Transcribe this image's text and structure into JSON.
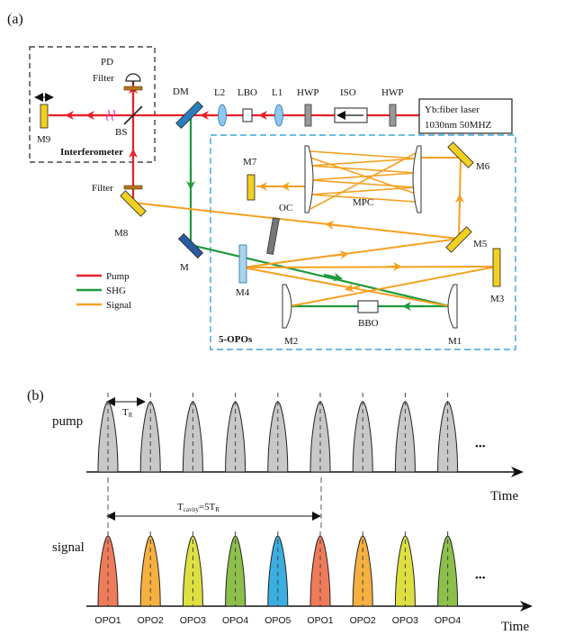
{
  "panel_a": {
    "label": "(a)",
    "components": {
      "pd": "PD",
      "filter_top": "Filter",
      "filter_bottom": "Filter",
      "dm": "DM",
      "l2": "L2",
      "lbo": "LBO",
      "l1": "L1",
      "hwp_left": "HWP",
      "iso": "ISO",
      "hwp_right": "HWP",
      "laser_line1": "Yb:fiber laser",
      "laser_line2": "1030nm 50MHZ",
      "m9": "M9",
      "bs": "BS",
      "interferometer": "Interferometer",
      "m7": "M7",
      "mpc": "MPC",
      "m6": "M6",
      "oc": "OC",
      "m8": "M8",
      "m": "M",
      "m5": "M5",
      "m4": "M4",
      "m3": "M3",
      "m2": "M2",
      "bbo": "BBO",
      "m1": "M1",
      "opos_box": "5-OPOs"
    },
    "legend": [
      {
        "label": "Pump",
        "color": "#e8202a"
      },
      {
        "label": "SHG",
        "color": "#1e9a3c"
      },
      {
        "label": "Signal",
        "color": "#f5a020"
      }
    ],
    "colors": {
      "pump": "#e8202a",
      "shg": "#1e9a3c",
      "signal": "#f5a020",
      "mirror_yellow": "#f0d020",
      "dichroic_blue": "#2a7fc0",
      "box_dashed_blue": "#3ba6d8"
    }
  },
  "panel_b": {
    "label": "(b)",
    "pump_label": "pump",
    "signal_label": "signal",
    "tr_label": "T",
    "tr_sub": "R",
    "tcav_label": "T",
    "tcav_sub": "cavity",
    "tcav_eq": "=5T",
    "tcav_eq_sub": "R",
    "time_label": "Time",
    "ellipsis": "•••",
    "pump_pulse_count": 9,
    "signal_pulses": [
      {
        "label": "OPO1",
        "color": "#ef7b5a"
      },
      {
        "label": "OPO2",
        "color": "#f5b040"
      },
      {
        "label": "OPO3",
        "color": "#dde040"
      },
      {
        "label": "OPO4",
        "color": "#8cc04a"
      },
      {
        "label": "OPO5",
        "color": "#3aaee0"
      },
      {
        "label": "OPO1",
        "color": "#ef7b5a"
      },
      {
        "label": "OPO2",
        "color": "#f5b040"
      },
      {
        "label": "OPO3",
        "color": "#dde040"
      },
      {
        "label": "OPO4",
        "color": "#8cc04a"
      }
    ],
    "pump_color": "#c8c8c8"
  }
}
